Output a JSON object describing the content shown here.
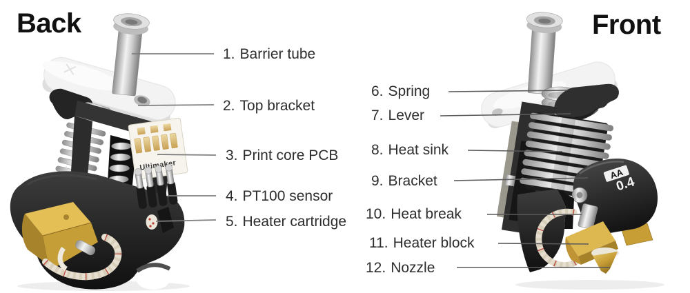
{
  "titles": {
    "back": "Back",
    "front": "Front"
  },
  "labels": [
    {
      "num": "1.",
      "name": "Barrier tube"
    },
    {
      "num": "2.",
      "name": "Top bracket"
    },
    {
      "num": "3.",
      "name": "Print core PCB"
    },
    {
      "num": "4.",
      "name": "PT100 sensor"
    },
    {
      "num": "5.",
      "name": "Heater cartridge"
    },
    {
      "num": "6.",
      "name": "Spring"
    },
    {
      "num": "7.",
      "name": "Lever"
    },
    {
      "num": "8.",
      "name": "Heat sink"
    },
    {
      "num": "9.",
      "name": "Bracket"
    },
    {
      "num": "10.",
      "name": "Heat break"
    },
    {
      "num": "11.",
      "name": "Heater block"
    },
    {
      "num": "12.",
      "name": "Nozzle"
    }
  ],
  "photo_markings": {
    "pcb_brand": "Ultimaker",
    "material_tag": "AA",
    "nozzle_size": "0.4"
  },
  "colors": {
    "leader_line_left": "#7e7e7e",
    "leader_line_right": "#5a5a5a",
    "label_text": "#2d2d2d",
    "title_text": "#111111",
    "brass": "#c79d36",
    "silver": "#d0d0d0"
  }
}
